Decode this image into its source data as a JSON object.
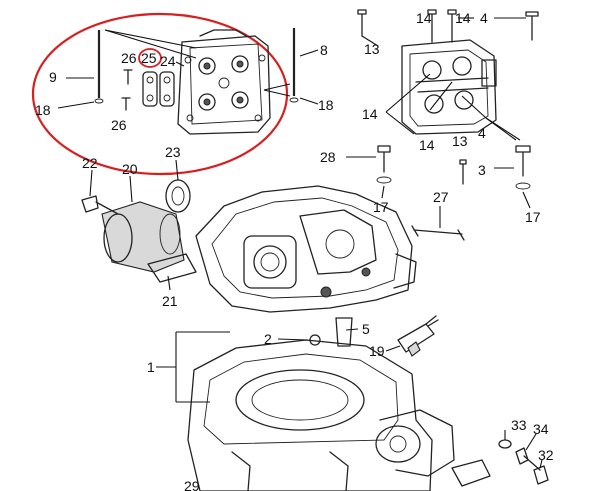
{
  "labels": {
    "n1": "1",
    "n2": "2",
    "n3": "3",
    "n4a": "4",
    "n4b": "4",
    "n5": "5",
    "n8": "8",
    "n9": "9",
    "n13a": "13",
    "n13b": "13",
    "n14a": "14",
    "n14b": "14",
    "n14c": "14",
    "n14d": "14",
    "n17a": "17",
    "n17b": "17",
    "n18a": "18",
    "n18b": "18",
    "n19": "19",
    "n20": "20",
    "n21": "21",
    "n22": "22",
    "n23": "23",
    "n24": "24",
    "n25": "25",
    "n26a": "26",
    "n26b": "26",
    "n27": "27",
    "n28": "28",
    "n29": "29",
    "n32": "32",
    "n33": "33",
    "n34": "34"
  },
  "colors": {
    "highlight": "#d81e1e",
    "ink": "#222222"
  }
}
